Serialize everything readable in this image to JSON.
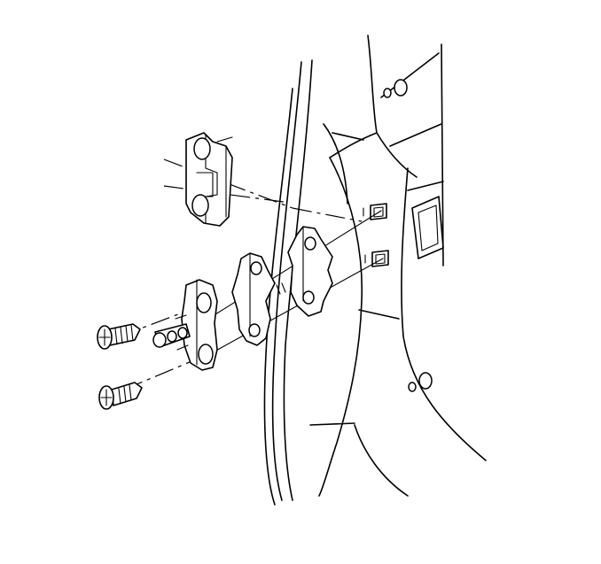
{
  "diagram": {
    "parts": [
      "door-frame",
      "upper-cover-plate",
      "shim-plate-rear",
      "shim-plate-front",
      "striker",
      "anchor-slots",
      "screws"
    ]
  }
}
